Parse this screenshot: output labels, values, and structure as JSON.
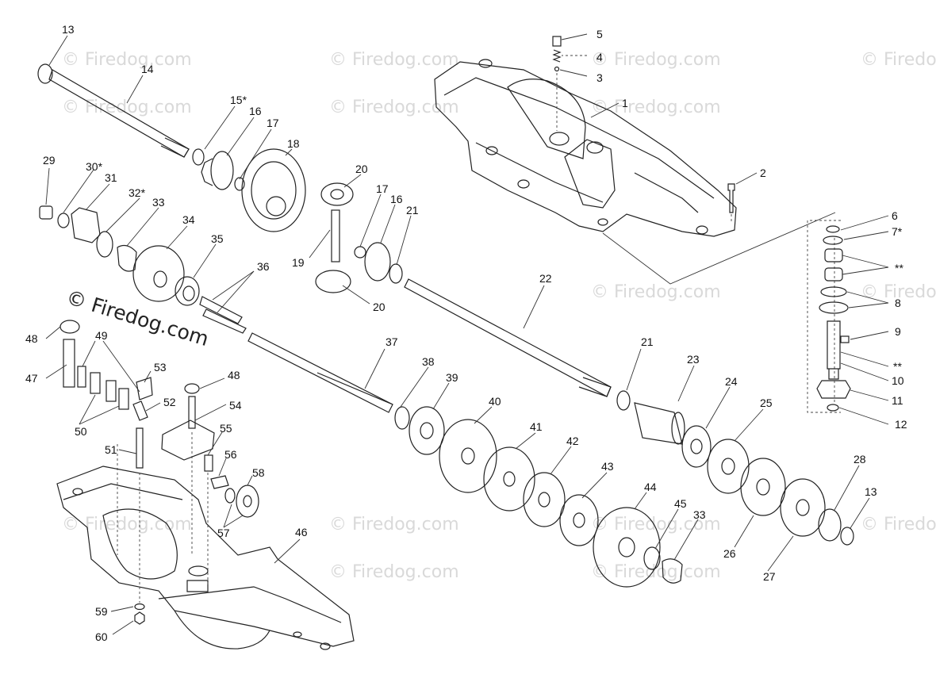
{
  "watermark": {
    "text": "© Firedog.com",
    "main_text": "© Firedog.com"
  },
  "callouts": [
    "1",
    "2",
    "3",
    "4",
    "5",
    "6",
    "7*",
    "**",
    "8",
    "9",
    "**",
    "10",
    "11",
    "12",
    "13",
    "14",
    "15*",
    "16",
    "17",
    "18",
    "20",
    "17",
    "16",
    "21",
    "19",
    "20",
    "29",
    "30*",
    "31",
    "32*",
    "33",
    "34",
    "35",
    "36",
    "22",
    "48",
    "49",
    "47",
    "53",
    "52",
    "48",
    "54",
    "50",
    "51",
    "55",
    "56",
    "58",
    "57",
    "37",
    "38",
    "39",
    "40",
    "21",
    "23",
    "24",
    "25",
    "41",
    "42",
    "43",
    "44",
    "45",
    "33",
    "26",
    "27",
    "28",
    "13",
    "46",
    "59",
    "60"
  ]
}
